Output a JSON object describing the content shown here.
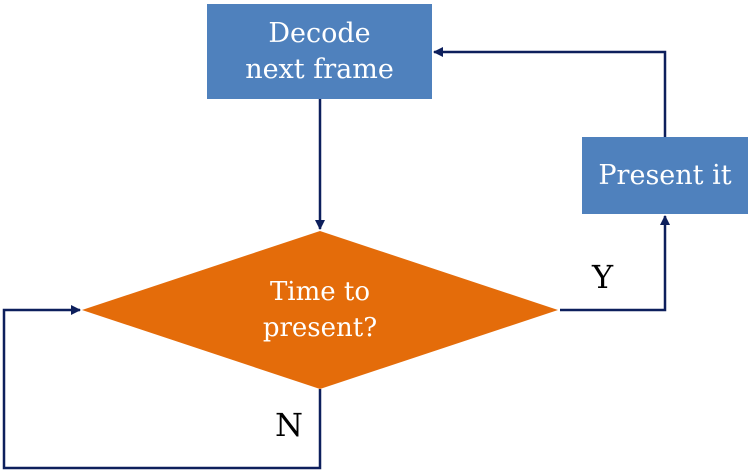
{
  "nodes": {
    "decode": {
      "line1": "Decode",
      "line2": "next frame"
    },
    "decision": {
      "line1": "Time to",
      "line2": "present?"
    },
    "present": {
      "label": "Present it"
    }
  },
  "edges": {
    "yes_label": "Y",
    "no_label": "N"
  },
  "colors": {
    "process_box": "#4F81BD",
    "decision_diamond": "#E46C0A",
    "connector": "#0D1F5C"
  }
}
